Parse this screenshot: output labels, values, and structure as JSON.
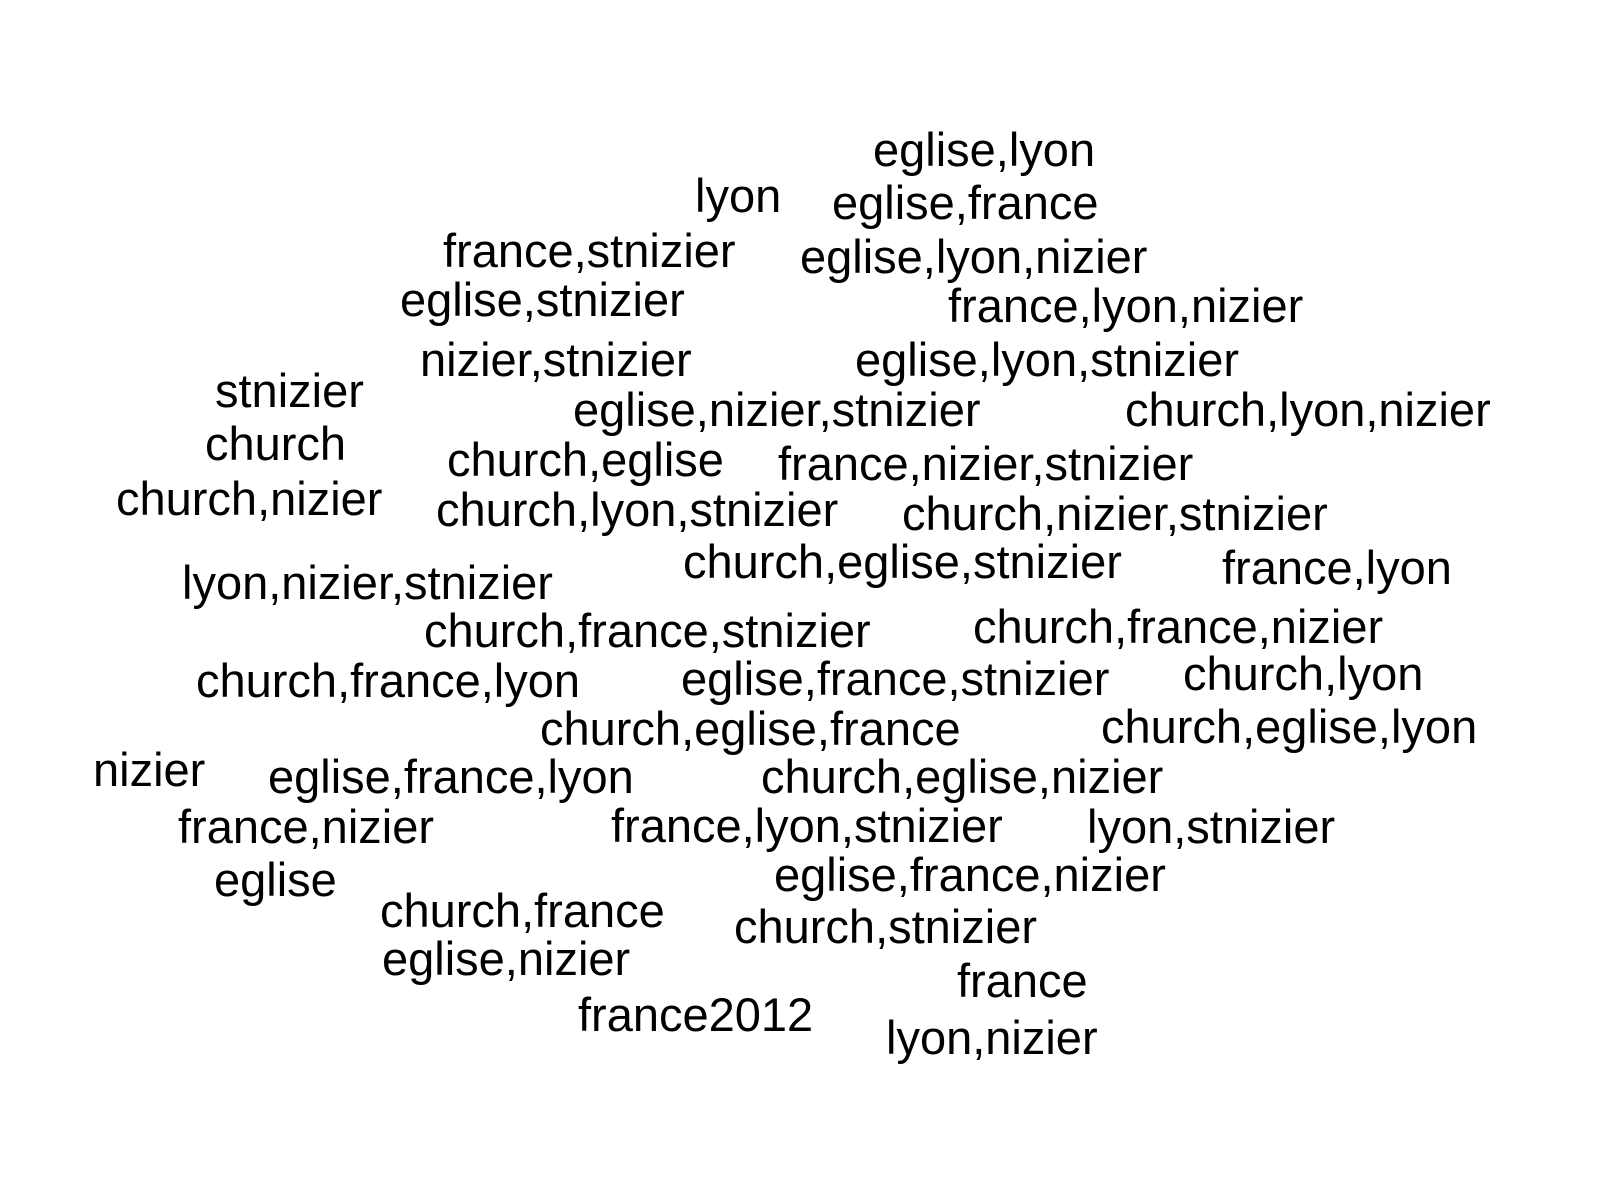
{
  "text_color": "#000000",
  "background_color": "#ffffff",
  "words": [
    "eglise,lyon",
    "lyon",
    "eglise,france",
    "france,stnizier",
    "eglise,lyon,nizier",
    "eglise,stnizier",
    "france,lyon,nizier",
    "nizier,stnizier",
    "eglise,lyon,stnizier",
    "stnizier",
    "eglise,nizier,stnizier",
    "church,lyon,nizier",
    "church",
    "church,eglise",
    "france,nizier,stnizier",
    "church,nizier",
    "church,lyon,stnizier",
    "church,nizier,stnizier",
    "church,eglise,stnizier",
    "france,lyon",
    "lyon,nizier,stnizier",
    "church,france,stnizier",
    "church,france,nizier",
    "church,france,lyon",
    "eglise,france,stnizier",
    "church,lyon",
    "church,eglise,france",
    "church,eglise,lyon",
    "nizier",
    "eglise,france,lyon",
    "church,eglise,nizier",
    "france,nizier",
    "france,lyon,stnizier",
    "lyon,stnizier",
    "eglise",
    "eglise,france,nizier",
    "church,france",
    "church,stnizier",
    "eglise,nizier",
    "france",
    "france2012",
    "lyon,nizier"
  ]
}
